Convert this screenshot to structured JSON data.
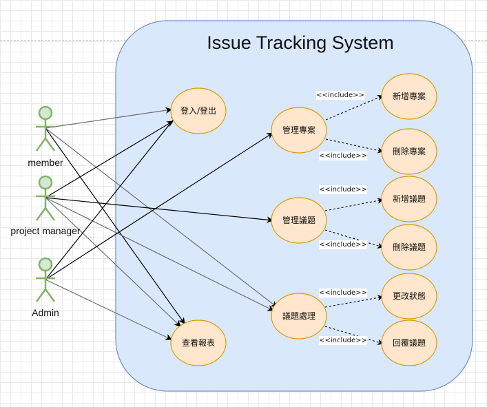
{
  "system": {
    "title": "Issue Tracking System",
    "fill": "#dae8fc",
    "stroke": "#6c8ebf"
  },
  "actors": [
    {
      "id": "member",
      "label": "member"
    },
    {
      "id": "pm",
      "label": "project manager"
    },
    {
      "id": "admin",
      "label": "Admin"
    }
  ],
  "actor_colors": {
    "fill": "#d5e8d4",
    "stroke": "#82b366"
  },
  "usecase_colors": {
    "fill": "#ffe6cc",
    "stroke": "#d79b00"
  },
  "use_cases": [
    {
      "id": "login",
      "label": "登入/登出"
    },
    {
      "id": "report",
      "label": "查看報表"
    },
    {
      "id": "mproj",
      "label": "管理專案"
    },
    {
      "id": "addproj",
      "label": "新增專案"
    },
    {
      "id": "delproj",
      "label": "刪除專案"
    },
    {
      "id": "missue",
      "label": "管理議題"
    },
    {
      "id": "addissue",
      "label": "新增議題"
    },
    {
      "id": "delissue",
      "label": "刪除議題"
    },
    {
      "id": "handle",
      "label": "議題處理"
    },
    {
      "id": "status",
      "label": "更改狀態"
    },
    {
      "id": "reply",
      "label": "回覆議題"
    }
  ],
  "associations": [
    {
      "from": "member",
      "to": "login"
    },
    {
      "from": "member",
      "to": "report"
    },
    {
      "from": "member",
      "to": "handle"
    },
    {
      "from": "pm",
      "to": "login"
    },
    {
      "from": "pm",
      "to": "missue"
    },
    {
      "from": "pm",
      "to": "handle"
    },
    {
      "from": "pm",
      "to": "report"
    },
    {
      "from": "admin",
      "to": "login"
    },
    {
      "from": "admin",
      "to": "mproj"
    },
    {
      "from": "admin",
      "to": "report"
    }
  ],
  "includes": [
    {
      "from": "mproj",
      "to": "addproj",
      "label": "<<include>>"
    },
    {
      "from": "mproj",
      "to": "delproj",
      "label": "<<include>>"
    },
    {
      "from": "missue",
      "to": "addissue",
      "label": "<<include>>"
    },
    {
      "from": "missue",
      "to": "delissue",
      "label": "<<include>>"
    },
    {
      "from": "handle",
      "to": "status",
      "label": "<<include>>"
    },
    {
      "from": "handle",
      "to": "reply",
      "label": "<<include>>"
    }
  ]
}
